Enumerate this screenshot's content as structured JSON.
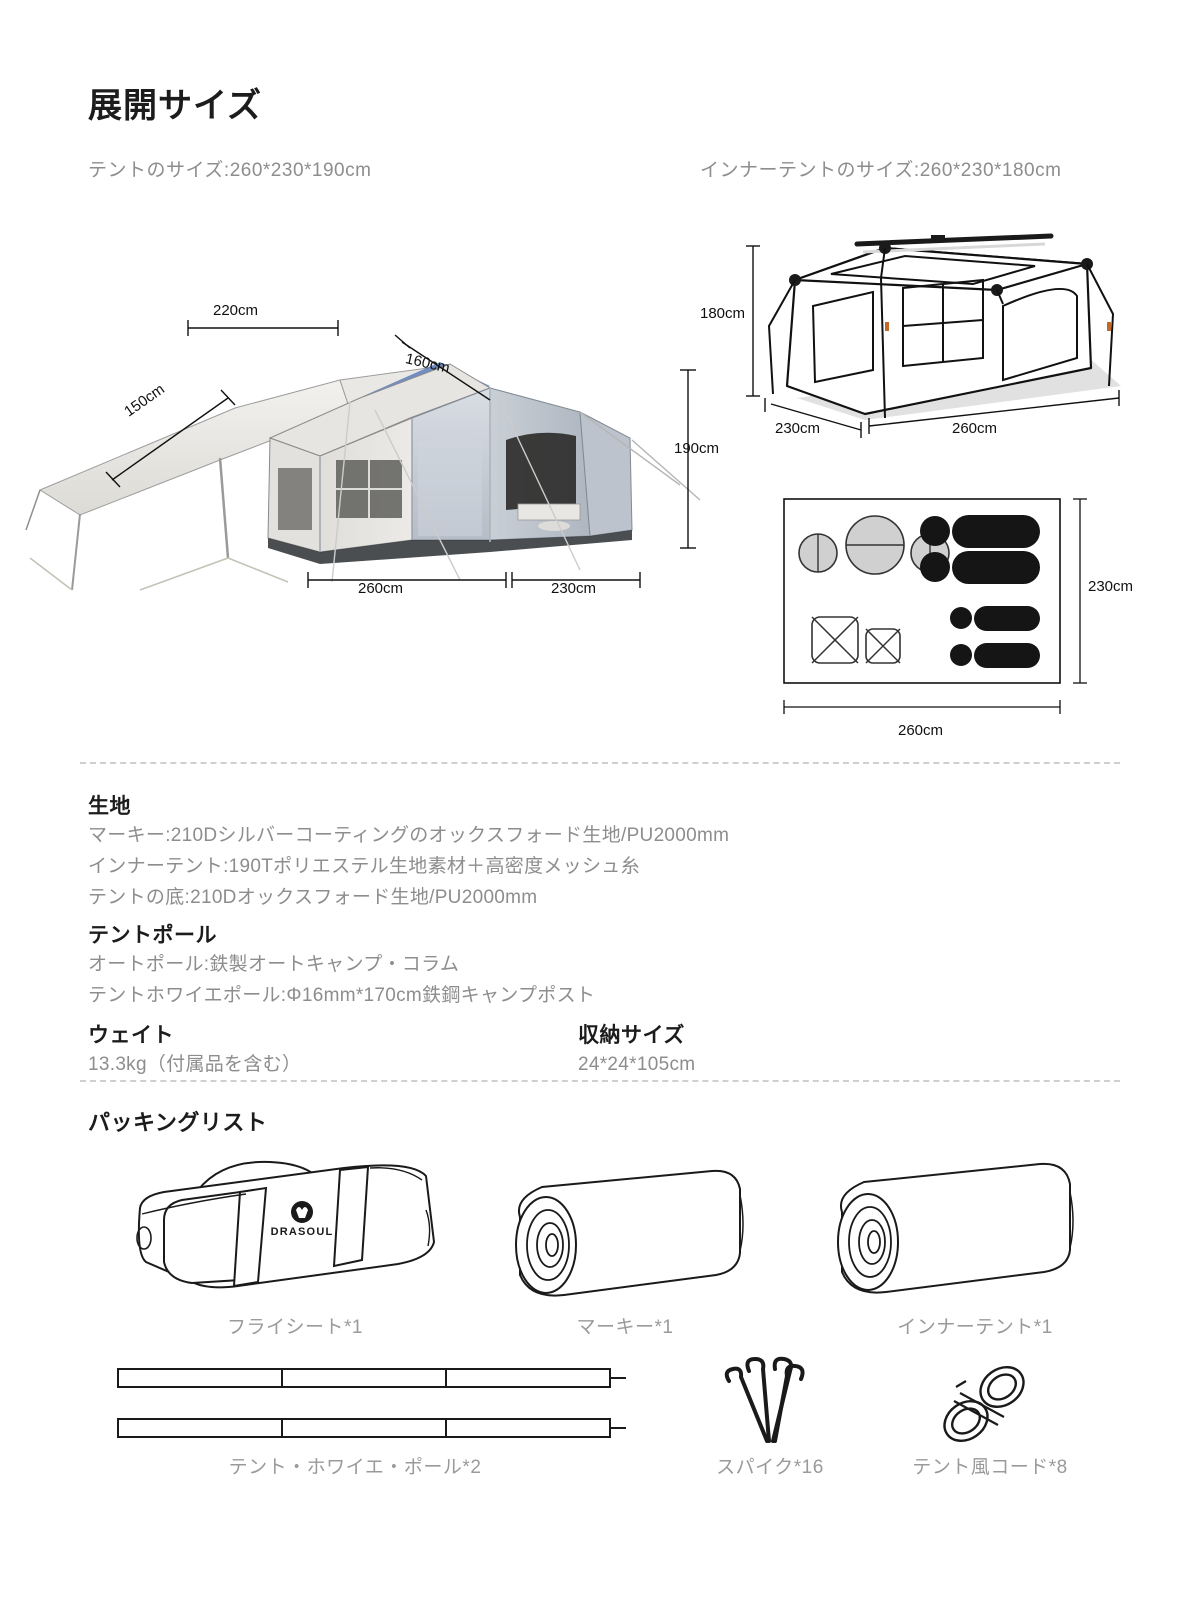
{
  "section": {
    "title": "展開サイズ",
    "tent_size_label": "テントのサイズ:260*230*190cm",
    "inner_tent_size_label": "インナーテントのサイズ:260*230*180cm"
  },
  "diagram_main": {
    "name": "tent-with-awning-photo",
    "dims": {
      "awning_width": "220cm",
      "awning_depth": "150cm",
      "canopy_top": "160cm",
      "height": "190cm",
      "front_width": "260cm",
      "side_width": "230cm"
    }
  },
  "diagram_inner": {
    "name": "inner-tent-line-drawing",
    "dims": {
      "height": "180cm",
      "depth": "230cm",
      "width": "260cm"
    }
  },
  "diagram_floorplan": {
    "name": "floor-plan-layout",
    "dims": {
      "depth": "230cm",
      "width": "260cm"
    },
    "items": {
      "sleeping_bags": 4,
      "table": 1,
      "chairs": 2,
      "stools": 2
    }
  },
  "specs": {
    "fabric_heading": "生地",
    "fabric_lines": [
      "マーキー:210Dシルバーコーティングのオックスフォード生地/PU2000mm",
      "インナーテント:190Tポリエステル生地素材＋高密度メッシュ糸",
      "テントの底:210Dオックスフォード生地/PU2000mm"
    ],
    "pole_heading": "テントポール",
    "pole_lines": [
      "オートポール:鉄製オートキャンプ・コラム",
      "テントホワイエポール:Φ16mm*170cm鉄鋼キャンプポスト"
    ],
    "weight_heading": "ウェイト",
    "weight_value": "13.3kg（付属品を含む）",
    "storage_heading": "収納サイズ",
    "storage_value": "24*24*105cm"
  },
  "packing": {
    "heading": "パッキングリスト",
    "brand": "DRASOUL",
    "items": [
      {
        "icon": "duffel-bag-icon",
        "label": "フライシート*1"
      },
      {
        "icon": "rolled-fabric-icon",
        "label": "マーキー*1"
      },
      {
        "icon": "rolled-fabric-icon",
        "label": "インナーテント*1"
      },
      {
        "icon": "tent-pole-icon",
        "label": "テント・ホワイエ・ポール*2"
      },
      {
        "icon": "tent-stake-icon",
        "label": "スパイク*16"
      },
      {
        "icon": "guy-rope-icon",
        "label": "テント風コード*8"
      }
    ]
  },
  "colors": {
    "text_dark": "#1c1c1c",
    "text_gray": "#8d8d8d",
    "line": "#1a1a1a",
    "separator": "#cfcfcf",
    "tent_body": "#e7e6e2",
    "tent_shade": "#b9bfc8",
    "tent_dark": "#6e6e6e",
    "floor_gray": "#c9c9c9",
    "bag_black": "#1a1a1a"
  }
}
